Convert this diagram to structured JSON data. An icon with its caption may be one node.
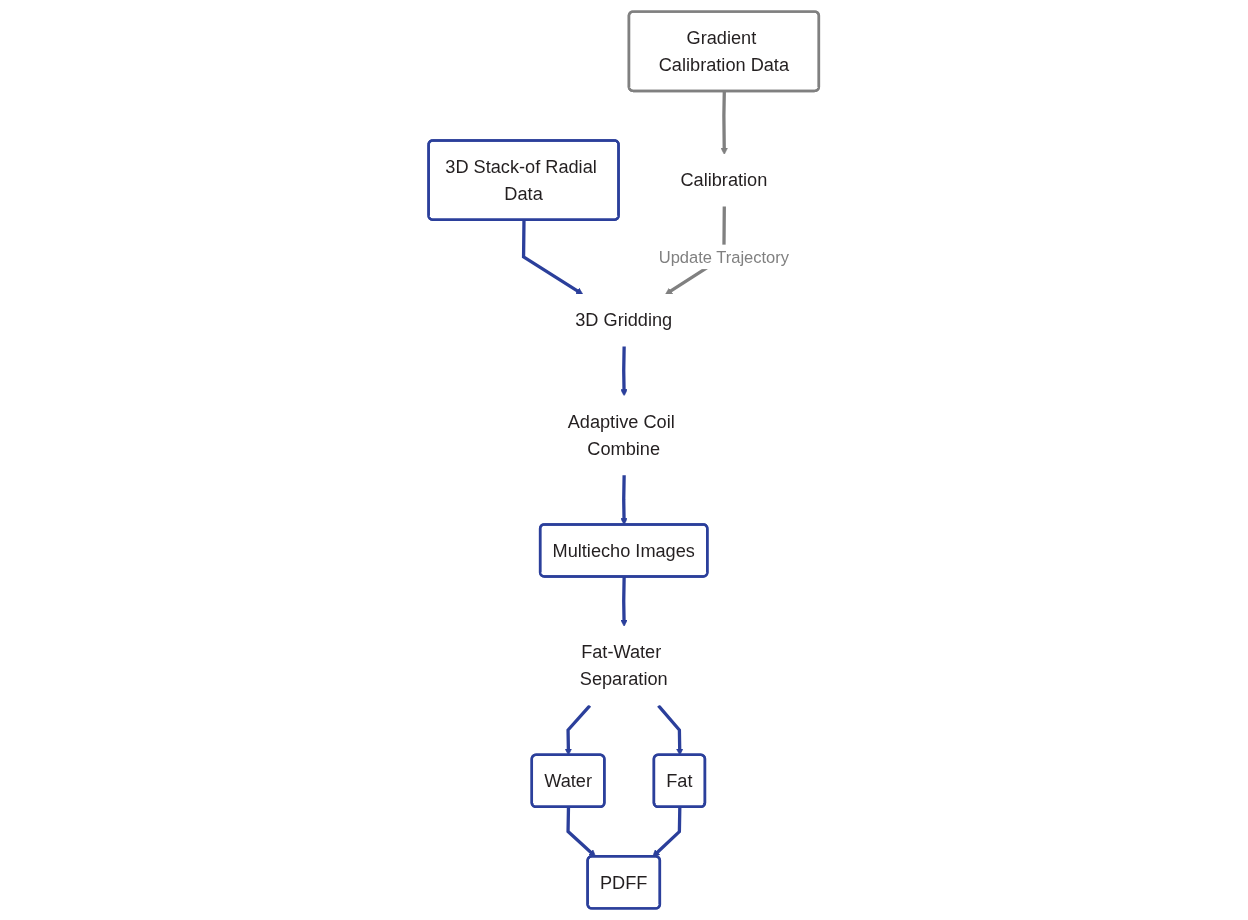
{
  "diagram": {
    "nodes": [
      {
        "text": [
          "3D Stack-of Radial Data"
        ]
      },
      {
        "text": [
          "Gradient Calibration Data"
        ]
      },
      {
        "text": [
          "3D Gridding"
        ]
      },
      {
        "text": [
          "Calibration"
        ]
      },
      {
        "text": [
          "Adaptive Coil Combine"
        ]
      },
      {
        "text": [
          "Multiecho Images"
        ]
      },
      {
        "text": [
          "Fat-Water Separation"
        ]
      },
      {
        "text": [
          "Water"
        ]
      },
      {
        "text": [
          "Fat"
        ]
      },
      {
        "text": [
          "PDFF"
        ]
      }
    ],
    "edges": [
      {
        "from": 0,
        "to": 2,
        "arrow": "to"
      },
      {
        "from": 1,
        "to": 3,
        "arrow": "to",
        "color": "#808080"
      },
      {
        "from": 3,
        "to": 2,
        "arrow": "to",
        "label": "Update Trajectory",
        "color": "#808080"
      },
      {
        "from": 2,
        "to": 4,
        "arrow": "to"
      },
      {
        "from": 4,
        "to": 5,
        "arrow": "to"
      },
      {
        "from": 5,
        "to": 6,
        "arrow": "to"
      },
      {
        "from": 6,
        "to": 7,
        "arrow": "to"
      },
      {
        "from": 6,
        "to": 8,
        "arrow": "to"
      },
      {
        "from": 7,
        "to": 9,
        "arrow": "to"
      },
      {
        "from": 8,
        "to": 9,
        "arrow": "to"
      }
    ]
  }
}
